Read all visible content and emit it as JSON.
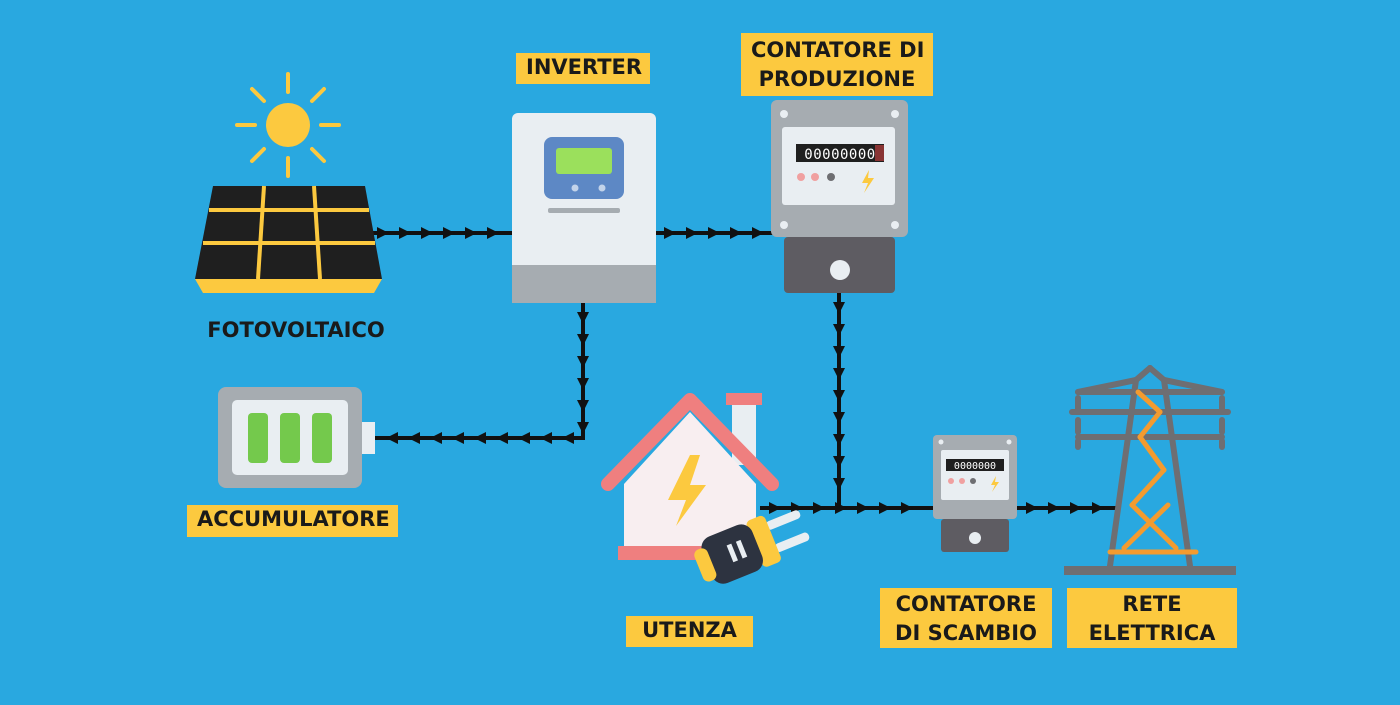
{
  "labels": {
    "inverter": "INVERTER",
    "production_meter": [
      "CONTATORE DI",
      "PRODUZIONE"
    ],
    "photovoltaic": "FOTOVOLTAICO",
    "battery": "ACCUMULATORE",
    "user": "UTENZA",
    "exchange_meter": [
      "CONTATORE",
      "DI SCAMBIO"
    ],
    "grid": [
      "RETE",
      "ELETTRICA"
    ]
  },
  "meters": {
    "production_reading": "00000000",
    "exchange_reading": "0000000"
  },
  "colors": {
    "background": "#29a8e0",
    "label": "#fcc93f",
    "sun": "#fcc93f",
    "panel": "#1f1f1f",
    "flow_arrow": "#111111",
    "house_roof": "#ef7f7f",
    "lightning": "#fcc93f",
    "battery_cell": "#74c94c",
    "pylon_accent": "#f39b2f",
    "pylon_structure": "#6e6e72"
  }
}
